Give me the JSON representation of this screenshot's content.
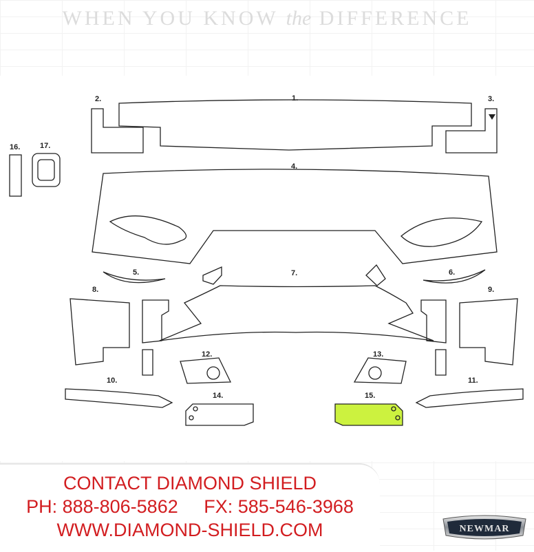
{
  "header": {
    "tagline_pre": "WHEN YOU KNOW ",
    "tagline_italic": "the",
    "tagline_post": " DIFFERENCE"
  },
  "parts": {
    "p1": "1.",
    "p2": "2.",
    "p3": "3.",
    "p4": "4.",
    "p5": "5.",
    "p6": "6.",
    "p7": "7.",
    "p8": "8.",
    "p9": "9.",
    "p10": "10.",
    "p11": "11.",
    "p12": "12.",
    "p13": "13.",
    "p14": "14.",
    "p15": "15.",
    "p16": "16.",
    "p17": "17."
  },
  "highlight_color": "#ccf23f",
  "contact": {
    "title": "CONTACT DIAMOND SHIELD",
    "phone": "PH: 888-806-5862",
    "fax": "FX: 585-546-3968",
    "website": "WWW.DIAMOND-SHIELD.COM"
  },
  "logo": {
    "text": "NEWMAR"
  }
}
